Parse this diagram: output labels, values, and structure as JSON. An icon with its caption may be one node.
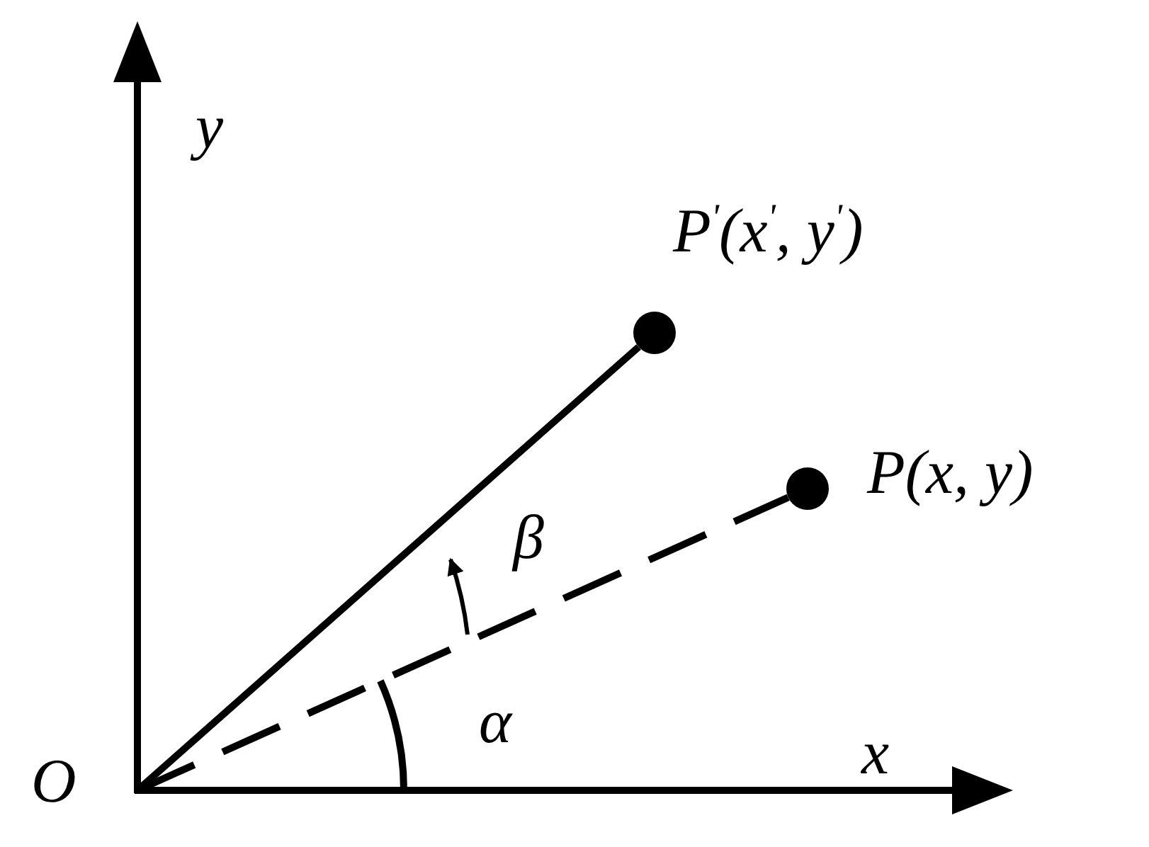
{
  "diagram": {
    "nodes": [
      {
        "text": [
          "O"
        ]
      },
      {
        "text": [],
        "shape": "circle",
        "beside": [
          "P$^{'}$(x$^{'}$, y$^{'}$)"
        ]
      },
      {
        "text": [],
        "shape": "circle",
        "beside": [
          "P(x, y)"
        ]
      }
    ],
    "edges": [
      {
        "from": 0,
        "to": 1,
        "arrow": "none"
      },
      {
        "from": 0,
        "to": 2,
        "arrow": "none",
        "style": "dashed"
      }
    ],
    "labels": [
      "y",
      "x",
      "α",
      "β"
    ]
  }
}
